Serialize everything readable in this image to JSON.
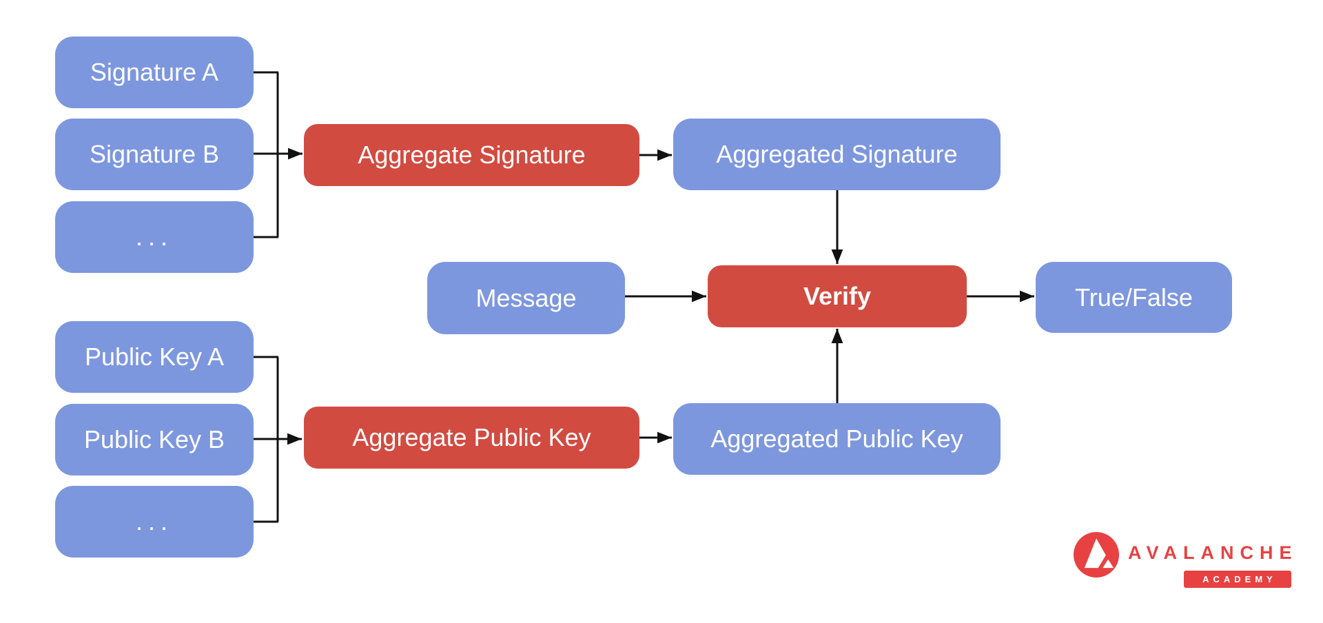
{
  "colors": {
    "background": "#ffffff",
    "node_blue": "#7d97de",
    "node_red": "#d24b41",
    "line": "#111111",
    "text_white": "#ffffff",
    "brand_red": "#e84142"
  },
  "diagram": {
    "signature_inputs": [
      "Signature A",
      "Signature B",
      "..."
    ],
    "public_key_inputs": [
      "Public Key A",
      "Public Key B",
      "..."
    ],
    "aggregate_signature": "Aggregate Signature",
    "aggregated_signature": "Aggregated Signature",
    "message": "Message",
    "verify": "Verify",
    "result": "True/False",
    "aggregate_public_key": "Aggregate Public Key",
    "aggregated_public_key": "Aggregated Public Key"
  },
  "branding": {
    "logo_text": "AVALANCHE",
    "badge_text": "ACADEMY"
  }
}
